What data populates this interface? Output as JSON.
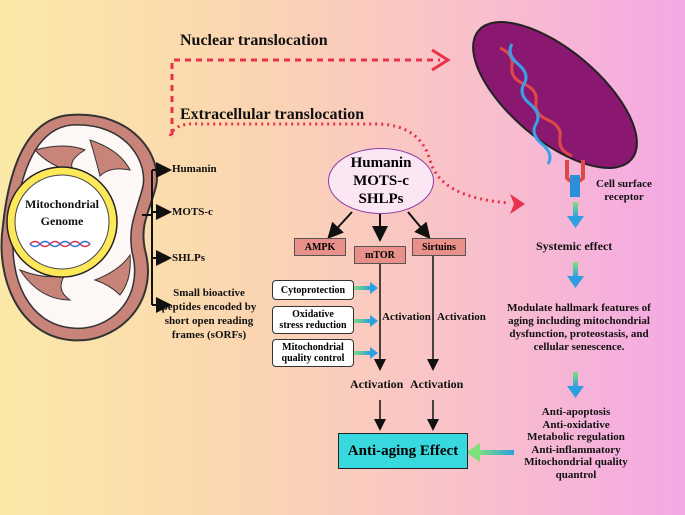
{
  "arrows": {
    "nuclear_translocation": "Nuclear translocation",
    "extracellular_translocation": "Extracellular translocation"
  },
  "genome": {
    "line1": "Mitochondrial",
    "line2": "Genome"
  },
  "peptides": {
    "humanin": "Humanin",
    "mots_c": "MOTS-c",
    "shlps": "SHLPs",
    "sorfs": [
      "Small bioactive",
      "peptides encoded by",
      "short open reading",
      "frames (sORFs)"
    ]
  },
  "center_ellipse": [
    "Humanin",
    "MOTS-c",
    "SHLPs"
  ],
  "pathways": {
    "ampk": "AMPK",
    "mtor": "mTOR",
    "sirtuins": "Sirtuins"
  },
  "functions": {
    "cytoprotection": "Cytoprotection",
    "oxidative": [
      "Oxidative",
      "stress reduction"
    ],
    "mito_qc": [
      "Mitochondrial",
      "quality control"
    ]
  },
  "activation_labels": {
    "mtor_side": "Activation",
    "sirtuins_side": "Activation",
    "bottom_left": "Activation",
    "bottom_right": "Activation"
  },
  "effect": "Anti-aging Effect",
  "receptor": {
    "line1": "Cell surface",
    "line2": "receptor"
  },
  "systemic": "Systemic effect",
  "modulate": [
    "Modulate hallmark features of",
    "aging including mitochondrial",
    "dysfunction, proteostasis, and",
    "cellular senescence."
  ],
  "outcomes": [
    "Anti-apoptosis",
    "Anti-oxidative",
    "Metabolic regulation",
    "Anti-inflammatory",
    "Mitochondrial quality",
    "quantrol"
  ],
  "colors": {
    "dashed_arrow": "#e8314a",
    "ellipse_border": "#8b3fa8",
    "effect_box": "#38d8df",
    "pink_box": "#e9908a"
  }
}
